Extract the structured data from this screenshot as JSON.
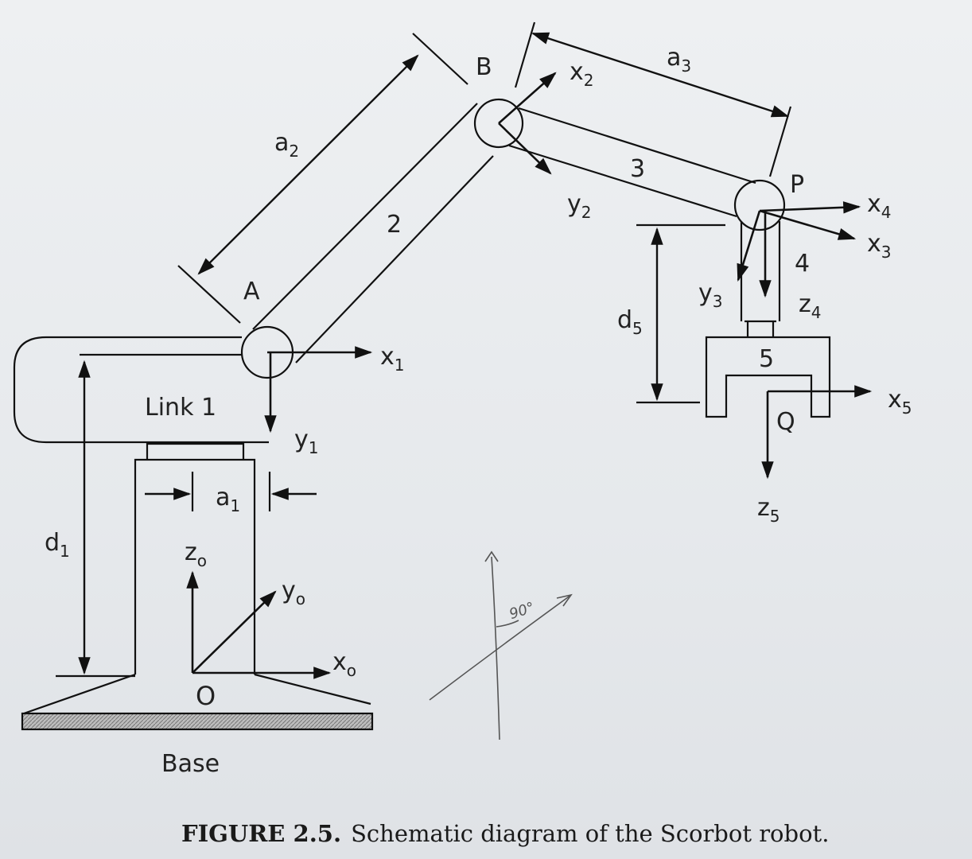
{
  "caption": {
    "label": "FIGURE 2.5.",
    "text": "Schematic diagram of the Scorbot robot."
  },
  "labels": {
    "link1": "Link 1",
    "base": "Base",
    "origin": "O",
    "A": "A",
    "B": "B",
    "P": "P",
    "Q": "Q",
    "link2": "2",
    "link3": "3",
    "link4": "4",
    "link5": "5"
  },
  "dimensions": {
    "d1": "d",
    "d1_sub": "1",
    "a1": "a",
    "a1_sub": "1",
    "a2": "a",
    "a2_sub": "2",
    "a3": "a",
    "a3_sub": "3",
    "d5": "d",
    "d5_sub": "5"
  },
  "axes": {
    "x0": "x",
    "x0_sub": "o",
    "y0": "y",
    "y0_sub": "o",
    "z0": "z",
    "z0_sub": "o",
    "x1": "x",
    "x1_sub": "1",
    "y1": "y",
    "y1_sub": "1",
    "x2": "x",
    "x2_sub": "2",
    "y2": "y",
    "y2_sub": "2",
    "x3": "x",
    "x3_sub": "3",
    "y3": "y",
    "y3_sub": "3",
    "x4": "x",
    "x4_sub": "4",
    "z4": "z",
    "z4_sub": "4",
    "x5": "x",
    "x5_sub": "5",
    "z5": "z",
    "z5_sub": "5"
  },
  "annotation": {
    "angle": "90°"
  }
}
